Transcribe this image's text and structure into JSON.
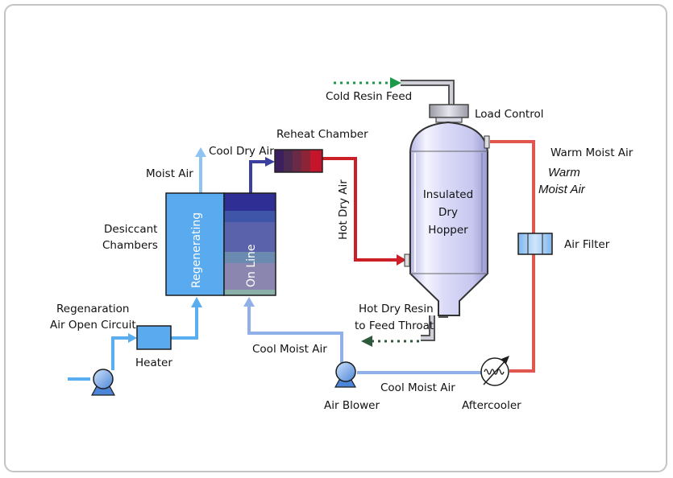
{
  "labels": {
    "cold_resin_feed": "Cold Resin Feed",
    "load_control": "Load Control",
    "reheat_chamber": "Reheat Chamber",
    "cool_dry_air": "Cool Dry Air",
    "moist_air": "Moist Air",
    "warm_moist_air": "Warm Moist Air",
    "warm_moist_air_italic_1": "Warm",
    "warm_moist_air_italic_2": "Moist Air",
    "hot_dry_air": "Hot Dry Air",
    "insulated_1": "Insulated",
    "insulated_2": "Dry",
    "insulated_3": "Hopper",
    "desiccant_1": "Desiccant",
    "desiccant_2": "Chambers",
    "regenerating": "Regenerating",
    "on_line": "On Line",
    "air_filter": "Air Filter",
    "regen_1": "Regenaration",
    "regen_2": "Air Open Circuit",
    "heater": "Heater",
    "hot_dry_resin_1": "Hot Dry Resin",
    "hot_dry_resin_2": "to Feed Throat",
    "cool_moist_air_left": "Cool Moist Air",
    "cool_moist_air_right": "Cool Moist Air",
    "air_blower": "Air Blower",
    "aftercooler": "Aftercooler"
  },
  "colors": {
    "hot_pipe": "#cc1f27",
    "warm_pipe": "#e0574f",
    "cool_pipe": "#8fb0e8",
    "regen_pipe": "#5aaef0",
    "dry_pipe": "#3a3fa0",
    "resin_dots_in": "#1a9a4a",
    "resin_dots_out": "#2e5a3c"
  }
}
